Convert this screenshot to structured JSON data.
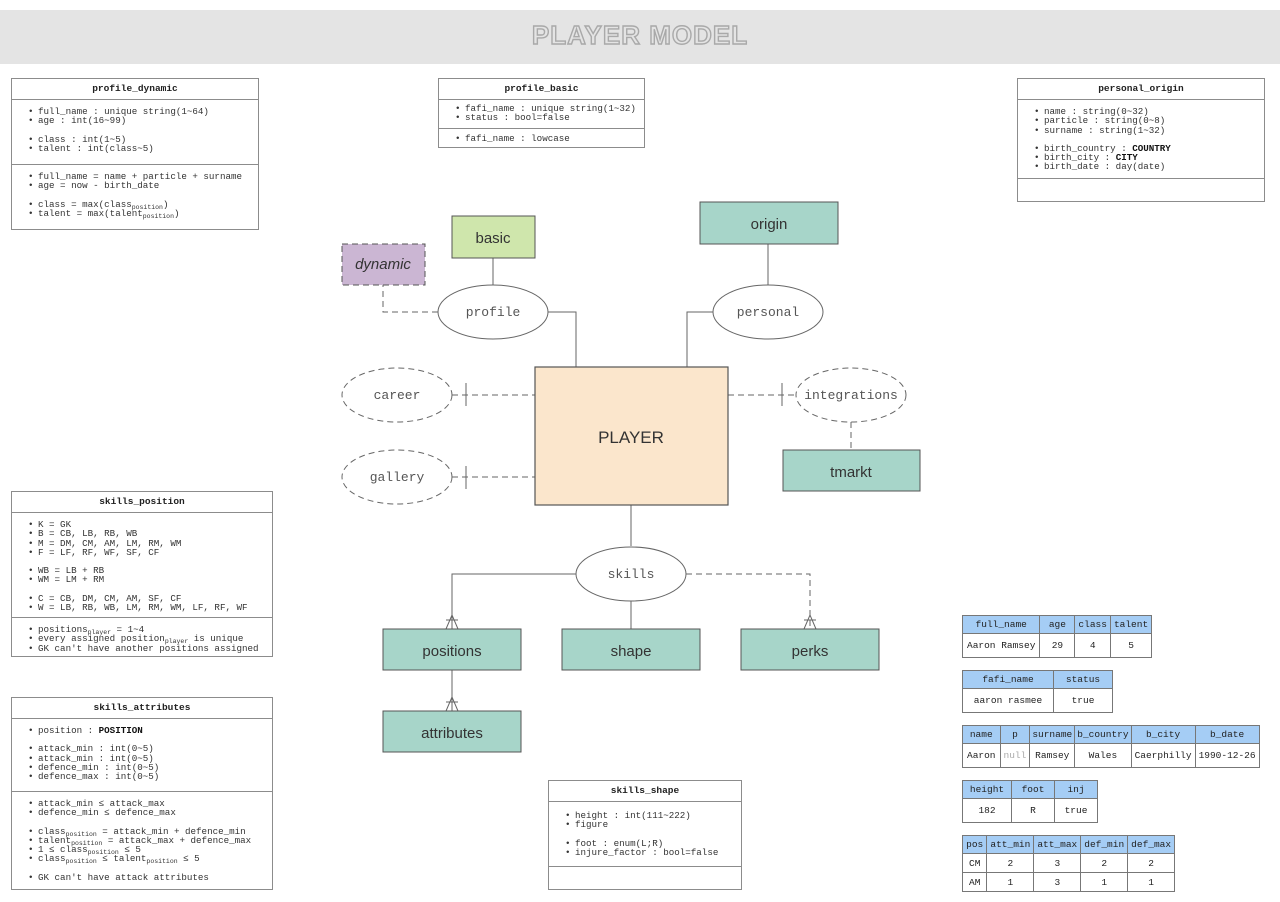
{
  "title": "PLAYER MODEL",
  "colors": {
    "banner_bg": "#e4e4e4",
    "title_outline": "#a9a9a9",
    "player_fill": "#fbe6cc",
    "basic_fill": "#cfe6ac",
    "dynamic_fill": "#cbb6d3",
    "entity_fill": "#a7d5c9",
    "table_header": "#a5cdf5",
    "line": "#666666"
  },
  "diagram": {
    "player": "PLAYER",
    "entities": {
      "basic": "basic",
      "dynamic": "dynamic",
      "origin": "origin",
      "tmarkt": "tmarkt",
      "positions": "positions",
      "shape": "shape",
      "perks": "perks",
      "attributes": "attributes"
    },
    "relations": {
      "profile": "profile",
      "personal": "personal",
      "career": "career",
      "integrations": "integrations",
      "gallery": "gallery",
      "skills": "skills"
    }
  },
  "cards": {
    "profile_dynamic": {
      "title": "profile_dynamic",
      "s1": {
        "l1": "full_name : unique string(1~64)",
        "l2": "age : int(16~99)",
        "l3": "class : int(1~5)",
        "l4": "talent : int(class~5)"
      },
      "s2": {
        "l1": "full_name = name + particle + surname",
        "l2": "age = now - birth_date",
        "l3a": "class = max(class",
        "l3b": "position",
        "l3c": ")",
        "l4a": "talent = max(talent",
        "l4b": "position",
        "l4c": ")"
      }
    },
    "profile_basic": {
      "title": "profile_basic",
      "s1": {
        "l1": "fafi_name : unique string(1~32)",
        "l2": "status : bool=false"
      },
      "s2": {
        "l1": "fafi_name : lowcase"
      }
    },
    "personal_origin": {
      "title": "personal_origin",
      "s1": {
        "l1": "name : string(0~32)",
        "l2": "particle : string(0~8)",
        "l3": "surname : string(1~32)",
        "l4a": "birth_country : ",
        "l4b": "COUNTRY",
        "l5a": "birth_city : ",
        "l5b": "CITY",
        "l6": "birth_date : day(date)"
      }
    },
    "skills_position": {
      "title": "skills_position",
      "s1": {
        "l1": "K = GK",
        "l2": "B = CB, LB, RB, WB",
        "l3": "M = DM, CM, AM, LM, RM, WM",
        "l4": "F = LF, RF, WF, SF, CF",
        "l5": "WB = LB + RB",
        "l6": "WM = LM + RM",
        "l7": "C = CB, DM, CM, AM, SF, CF",
        "l8": "W = LB, RB, WB, LM, RM, WM, LF, RF, WF"
      },
      "s2": {
        "l1a": "positions",
        "l1b": "player",
        "l1c": " = 1~4",
        "l2a": "every assigned position",
        "l2b": "player",
        "l2c": " is unique",
        "l3": "GK can't have another positions assigned"
      }
    },
    "skills_attributes": {
      "title": "skills_attributes",
      "s1": {
        "l1a": "position : ",
        "l1b": "POSITION",
        "l2": "attack_min : int(0~5)",
        "l3": "attack_min : int(0~5)",
        "l4": "defence_min : int(0~5)",
        "l5": "defence_max : int(0~5)"
      },
      "s2": {
        "l1": "attack_min ≤ attack_max",
        "l2": "defence_min ≤ defence_max",
        "l3a": "class",
        "l3b": "position",
        "l3c": " = attack_min + defence_min",
        "l4a": "talent",
        "l4b": "position",
        "l4c": " = attack_max + defence_max",
        "l5a": "1 ≤ class",
        "l5b": "position",
        "l5c": " ≤ 5",
        "l6a": "class",
        "l6b": "position",
        "l6c": " ≤ talent",
        "l6d": "position",
        "l6e": " ≤ 5",
        "l7": "GK can't have attack attributes"
      }
    },
    "skills_shape": {
      "title": "skills_shape",
      "s1": {
        "l1": "height : int(111~222)",
        "l2": "figure",
        "l3": "foot : enum(L;R)",
        "l4": "injure_factor : bool=false"
      }
    }
  },
  "tables": {
    "t1": {
      "headers": [
        "full_name",
        "age",
        "class",
        "talent"
      ],
      "rows": [
        [
          "Aaron Ramsey",
          "29",
          "4",
          "5"
        ]
      ]
    },
    "t2": {
      "headers": [
        "fafi_name",
        "status"
      ],
      "rows": [
        [
          "aaron rasmee",
          "true"
        ]
      ]
    },
    "t3": {
      "headers": [
        "name",
        "p",
        "surname",
        "b_country",
        "b_city",
        "b_date"
      ],
      "rows": [
        [
          "Aaron",
          "null",
          "Ramsey",
          "Wales",
          "Caerphilly",
          "1990-12-26"
        ]
      ]
    },
    "t4": {
      "headers": [
        "height",
        "foot",
        "inj"
      ],
      "rows": [
        [
          "182",
          "R",
          "true"
        ]
      ]
    },
    "t5": {
      "headers": [
        "pos",
        "att_min",
        "att_max",
        "def_min",
        "def_max"
      ],
      "rows": [
        [
          "CM",
          "2",
          "3",
          "2",
          "2"
        ],
        [
          "AM",
          "1",
          "3",
          "1",
          "1"
        ]
      ]
    }
  }
}
